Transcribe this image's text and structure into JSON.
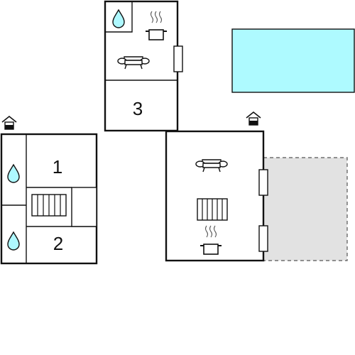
{
  "floorplan": {
    "rooms": [
      {
        "id": "room-1",
        "label": "1"
      },
      {
        "id": "room-2",
        "label": "2"
      },
      {
        "id": "room-3",
        "label": "3"
      }
    ],
    "features": {
      "pool": "swimming-pool",
      "terrace": "terrace-area",
      "entrances": [
        "entrance-icon",
        "entrance-icon"
      ],
      "icons": [
        "water-drop-icon",
        "cooking-pot-icon",
        "sofa-icon",
        "staircase-icon",
        "door-icon"
      ]
    },
    "colors": {
      "wall": "#111111",
      "pool": "#aefaff",
      "terrace": "#e2e2e2",
      "water_drop": "#aef8ff",
      "background": "#ffffff"
    }
  }
}
